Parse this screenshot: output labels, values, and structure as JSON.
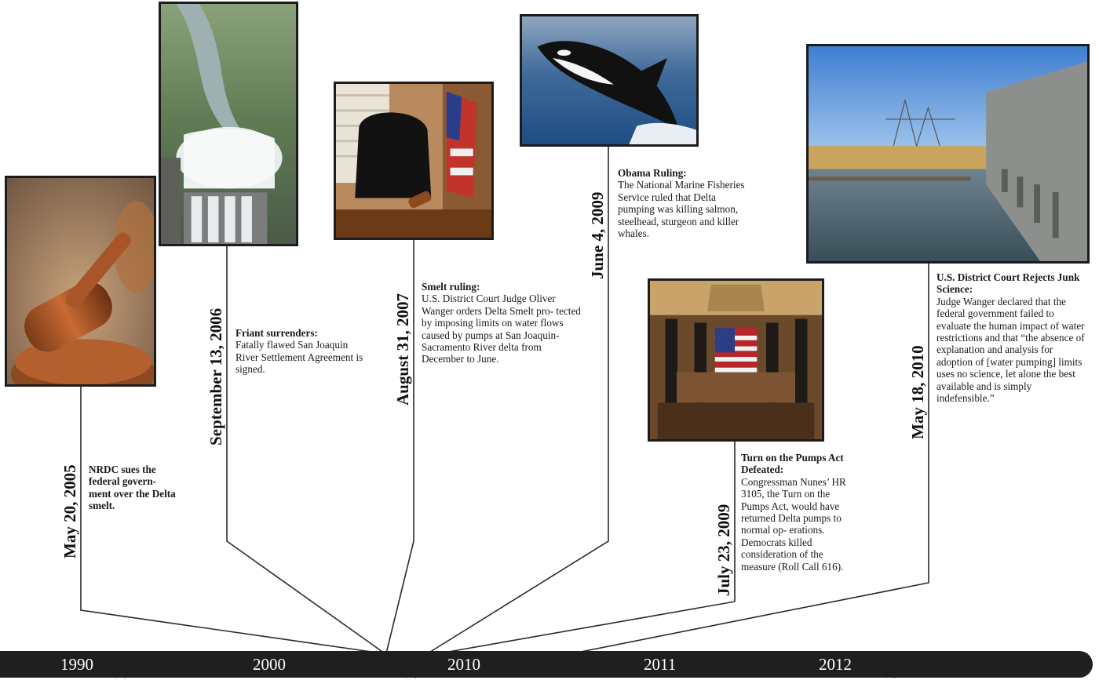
{
  "axis": {
    "years": [
      "1990",
      "2000",
      "2010",
      "2011",
      "2012"
    ]
  },
  "events": [
    {
      "date": "May 20, 2005",
      "text": "NRDC sues the federal govern- ment over the Delta smelt."
    },
    {
      "date": "September 13, 2006",
      "title": "Friant surrenders:",
      "text": "Fatally flawed San Joaquin River Settlement Agreement is signed."
    },
    {
      "date": "August 31, 2007",
      "title": "Smelt ruling:",
      "text": "U.S. District Court Judge Oliver Wanger orders Delta Smelt pro- tected by imposing limits on water flows caused by pumps at San Joaquin-Sacramento River delta from December to June."
    },
    {
      "date": "June 4, 2009",
      "title": "Obama Ruling:",
      "text": "The National Marine Fisheries Service ruled that Delta pumping was killing salmon, steelhead, sturgeon and killer whales."
    },
    {
      "date": "July 23, 2009",
      "title": "Turn on the Pumps Act Defeated:",
      "text": "Congressman Nunes’ HR 3105, the Turn on the Pumps Act, would have returned Delta pumps to normal op- erations. Democrats killed consideration of the measure (Roll Call 616)."
    },
    {
      "date": "May 18, 2010",
      "title": "U.S. District Court Rejects Junk Science:",
      "text": "Judge Wanger declared that the federal government failed to evaluate the human impact of water restrictions and that “the absence of explanation and analysis for adoption of [water pumping] limits uses no science, let alone the best available and is simply indefensible.”"
    }
  ],
  "photos": [
    {
      "subject": "gavel"
    },
    {
      "subject": "dam-spillway-river"
    },
    {
      "subject": "courtroom-chair-flag"
    },
    {
      "subject": "killer-whale"
    },
    {
      "subject": "house-chamber"
    },
    {
      "subject": "pumping-plant"
    }
  ],
  "colors": {
    "axis_bar": "#1f1f1f",
    "connector": "#2a2a2a",
    "text": "#1a1a1a"
  }
}
